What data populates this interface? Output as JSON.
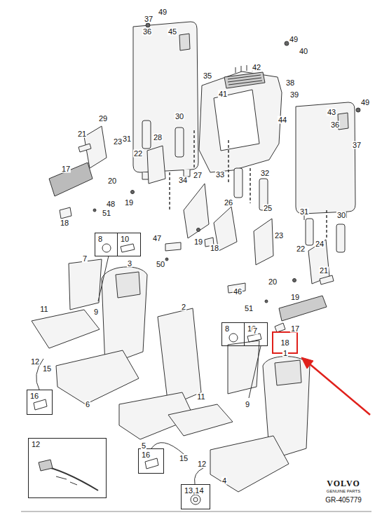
{
  "diagram": {
    "nodes": [
      {
        "text": [
          "8"
        ]
      },
      {
        "text": [
          "10"
        ]
      },
      {
        "text": [
          "8"
        ]
      },
      {
        "text": [
          "10"
        ]
      },
      {
        "text": [
          "16"
        ]
      },
      {
        "text": [
          "16"
        ]
      },
      {
        "text": [
          "13,14"
        ]
      },
      {
        "text": [
          "12"
        ]
      },
      {
        "text": [
          "18"
        ]
      }
    ],
    "labels": [
      "49",
      "37",
      "36",
      "45",
      "49",
      "40",
      "42",
      "41",
      "35",
      "38",
      "39",
      "44",
      "43",
      "49",
      "36",
      "37",
      "29",
      "21",
      "31",
      "30",
      "23",
      "28",
      "22",
      "17",
      "20",
      "33",
      "32",
      "34",
      "27",
      "19",
      "48",
      "26",
      "25",
      "31",
      "30",
      "51",
      "18",
      "19",
      "18",
      "23",
      "47",
      "22",
      "24",
      "50",
      "7",
      "3",
      "21",
      "20",
      "46",
      "19",
      "51",
      "11",
      "9",
      "2",
      "17",
      "7",
      "1",
      "12",
      "15",
      "11",
      "6",
      "9",
      "5",
      "15",
      "12",
      "4",
      "VOLVO",
      "GENUINE PARTS",
      "GR-405779"
    ]
  }
}
